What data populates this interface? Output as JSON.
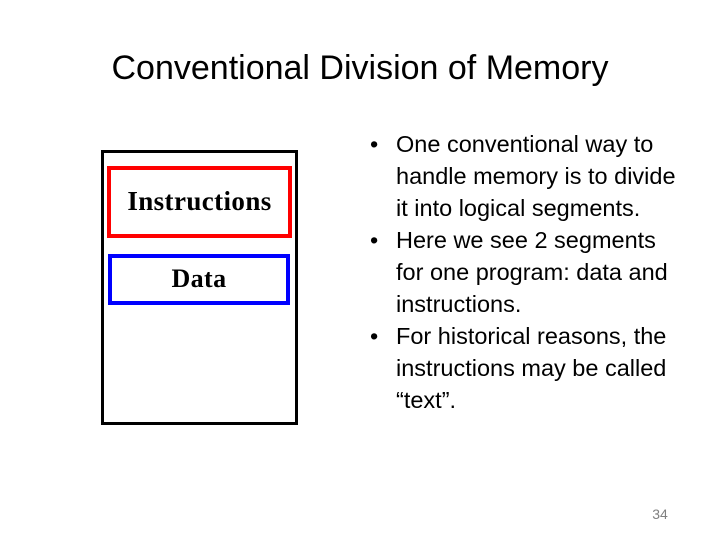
{
  "slide": {
    "title": "Conventional Division of Memory",
    "page_number": "34",
    "background_color": "#ffffff",
    "text_color": "#000000",
    "page_number_color": "#808080"
  },
  "diagram": {
    "name": "memory-layout",
    "outer_border_color": "#000000",
    "segments": [
      {
        "label": "Instructions",
        "border_color": "#FF0000"
      },
      {
        "label": "Data",
        "border_color": "#0000FF"
      }
    ]
  },
  "body": {
    "bullet_marker": "•",
    "bullets": [
      {
        "text": "One conventional way to handle memory is to divide it into logical segments."
      },
      {
        "text": "Here we see 2 segments for one program: data and instructions."
      },
      {
        "text": "For historical reasons, the instructions may be called “text”."
      }
    ]
  }
}
